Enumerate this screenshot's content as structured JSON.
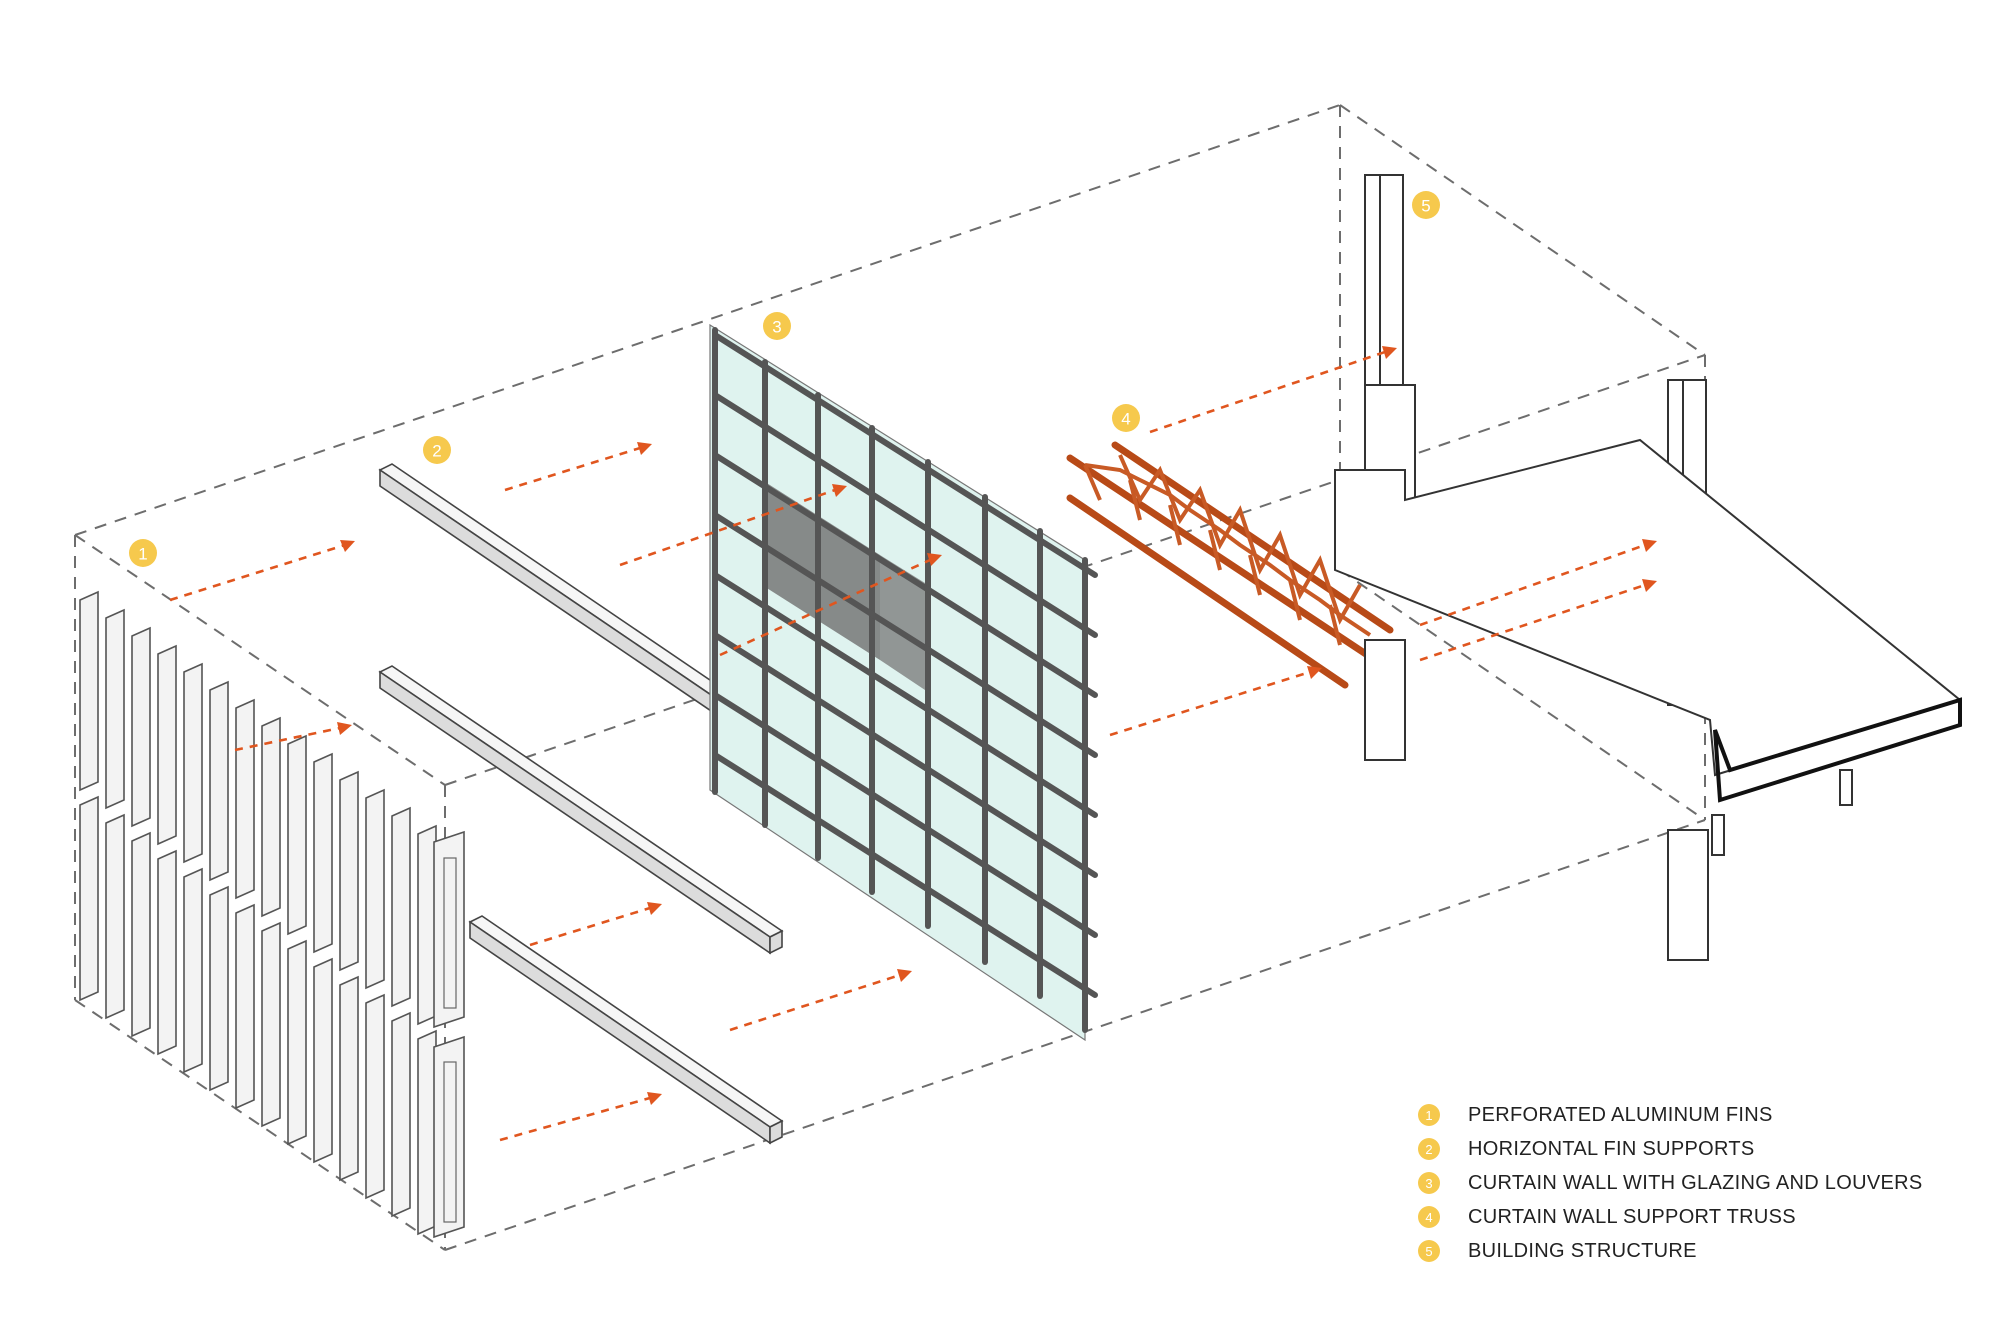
{
  "callouts": [
    {
      "number": "1",
      "label": "PERFORATED ALUMINUM FINS"
    },
    {
      "number": "2",
      "label": "HORIZONTAL FIN SUPPORTS"
    },
    {
      "number": "3",
      "label": "CURTAIN WALL WITH GLAZING AND LOUVERS"
    },
    {
      "number": "4",
      "label": "CURTAIN WALL SUPPORT TRUSS"
    },
    {
      "number": "5",
      "label": "BUILDING STRUCTURE"
    }
  ],
  "colors": {
    "callout": "#f6c94d",
    "arrow": "#e0561f",
    "truss": "#b84a17",
    "glass": "#dff3ef"
  }
}
